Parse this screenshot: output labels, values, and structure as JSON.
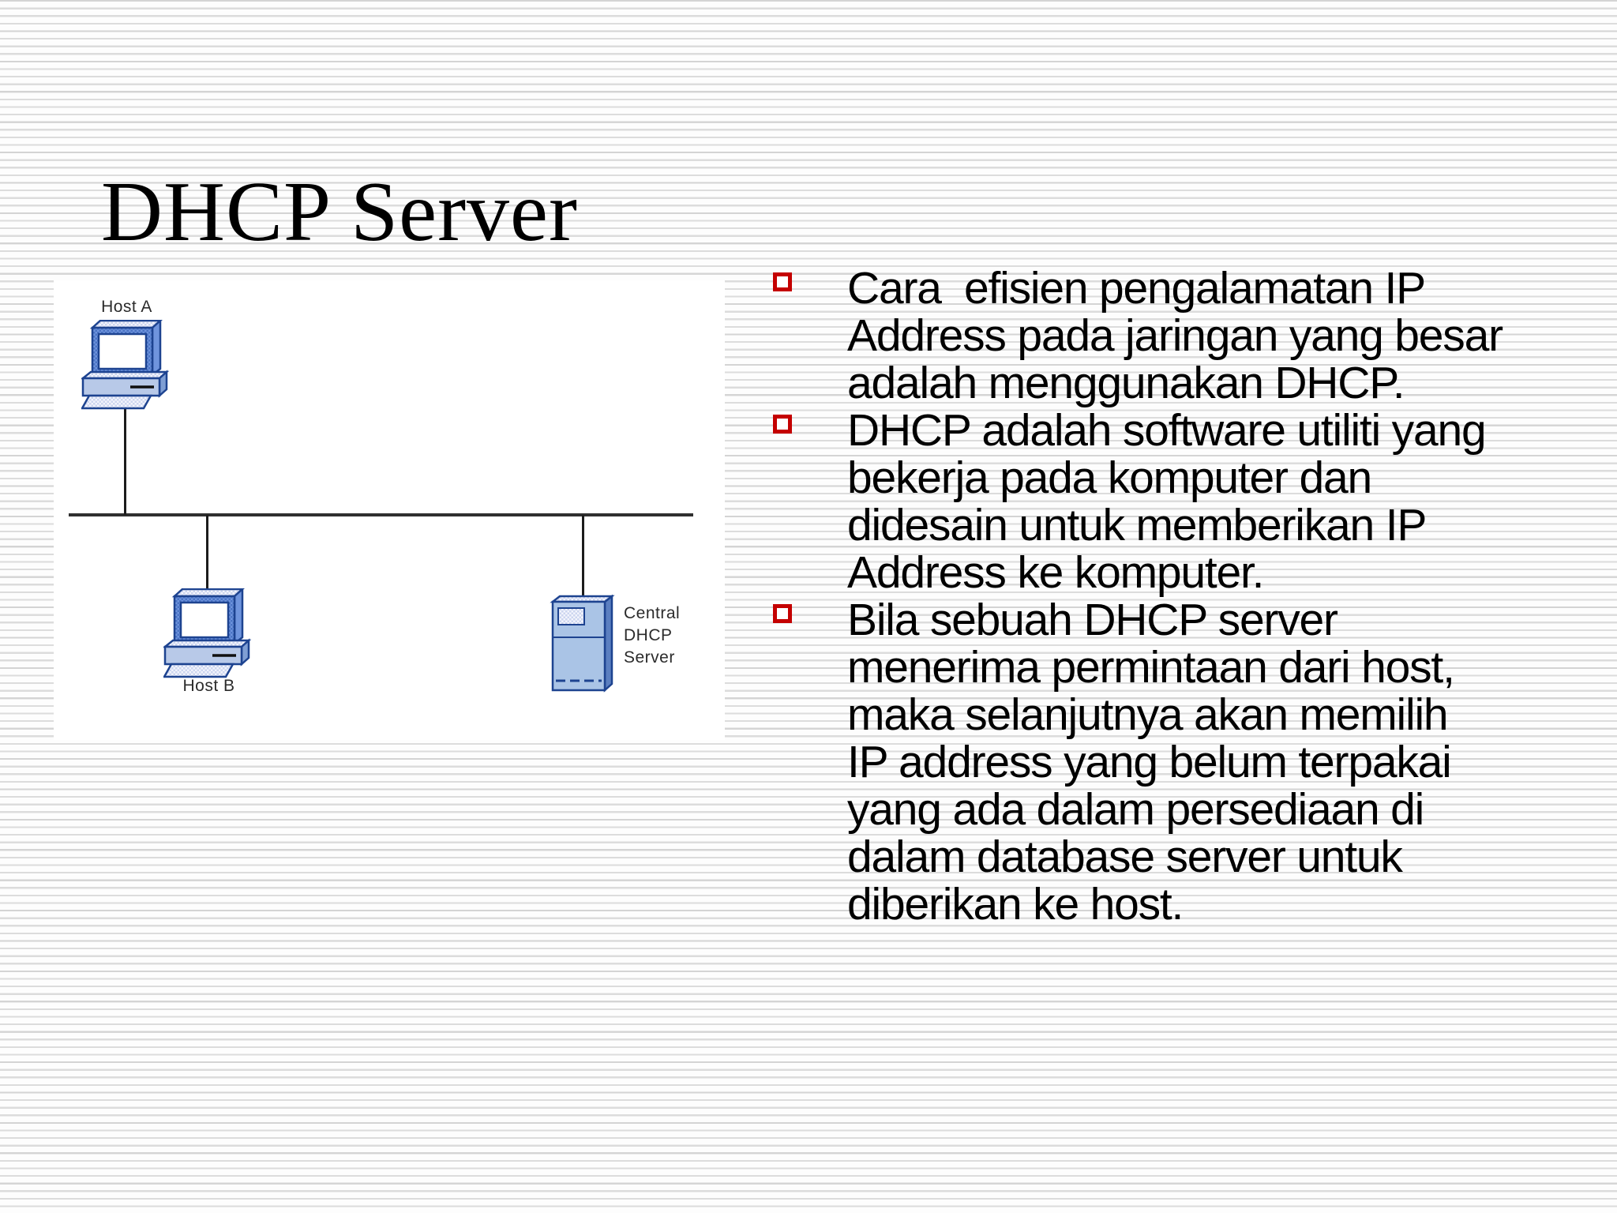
{
  "slide": {
    "title": "DHCP Server"
  },
  "diagram": {
    "host_a_label": "Host A",
    "host_b_label": "Host B",
    "server_label": "Central\nDHCP\nServer"
  },
  "bullets": [
    {
      "text": "Cara  efisien pengalamatan IP\nAddress pada jaringan yang besar\nadalah menggunakan DHCP."
    },
    {
      "text": "DHCP adalah software utiliti yang\nbekerja pada komputer dan\ndidesain untuk memberikan IP\nAddress ke komputer."
    },
    {
      "text": "Bila sebuah DHCP server\nmenerima permintaan dari host,\nmaka selanjutnya akan memilih\nIP address yang belum terpakai\nyang ada dalam persediaan di\ndalam database server untuk\ndiberikan ke host."
    }
  ],
  "colors": {
    "bullet_marker": "#c40000",
    "icon_outline_blue": "#1d4390",
    "icon_fill_blue": "#aac4e6",
    "network_line": "#1c1c1c",
    "stripe_gray": "#dcdcdc",
    "text": "#000000"
  }
}
